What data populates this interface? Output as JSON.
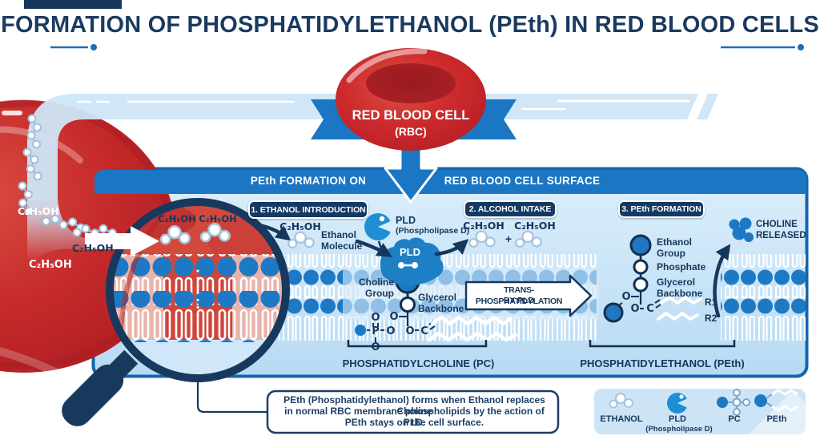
{
  "title": "FORMATION OF PHOSPHATIDYLETHANOL (PEth) IN RED BLOOD CELLS",
  "rbc": {
    "name": "RED BLOOD CELL",
    "abbr": "(RBC)"
  },
  "banner": {
    "left": "PEth FORMATION ON",
    "right": "RED BLOOD CELL SURFACE"
  },
  "steps": {
    "one": "1. ETHANOL INTRODUCTION",
    "two": "2. ALCOHOL INTAKE",
    "three": "3. PEth FORMATION"
  },
  "formulas": {
    "ethanol": "C₂H₅OH",
    "plus": "+"
  },
  "labels": {
    "ethanol_molecule": "Ethanol Molecule",
    "pld": "PLD",
    "pld_full": "(Phospholipase D)",
    "choline_group": "Choline Group",
    "glycerol_backbone": "Glycerol Backbone",
    "ethanol_group": "Ethanol Group",
    "phosphate": "Phosphate",
    "choline_released": "CHOLINE RELEASED",
    "r1": "R1",
    "r2": "R2",
    "atom_o": "O",
    "atom_p": "P",
    "atom_c": "C"
  },
  "process": {
    "trans1": "TRANS-PHOSPHATIDYLATION",
    "trans2": "BY PLD",
    "pc_caption": "PHOSPHATIDYLCHOLINE (PC)",
    "peth_caption": "PHOSPHATIDYLETHANOL (PEth)"
  },
  "footnote": {
    "line1": "PEth (Phosphatidylethanol) forms when Ethanol replaces Choline",
    "line2": "in normal RBC membrane phospholipids by the action of PLD.",
    "line3": "PEth stays on the cell surface."
  },
  "legend": {
    "items": [
      {
        "label": "ETHANOL"
      },
      {
        "label": "PLD",
        "sub": "(Phospholipase D)"
      },
      {
        "label": "PC"
      },
      {
        "label": "PEth"
      }
    ]
  },
  "colors": {
    "navy": "#16375c",
    "blue": "#1b76c3",
    "light_blue": "#cfe5f6",
    "red": "#c5211f"
  }
}
